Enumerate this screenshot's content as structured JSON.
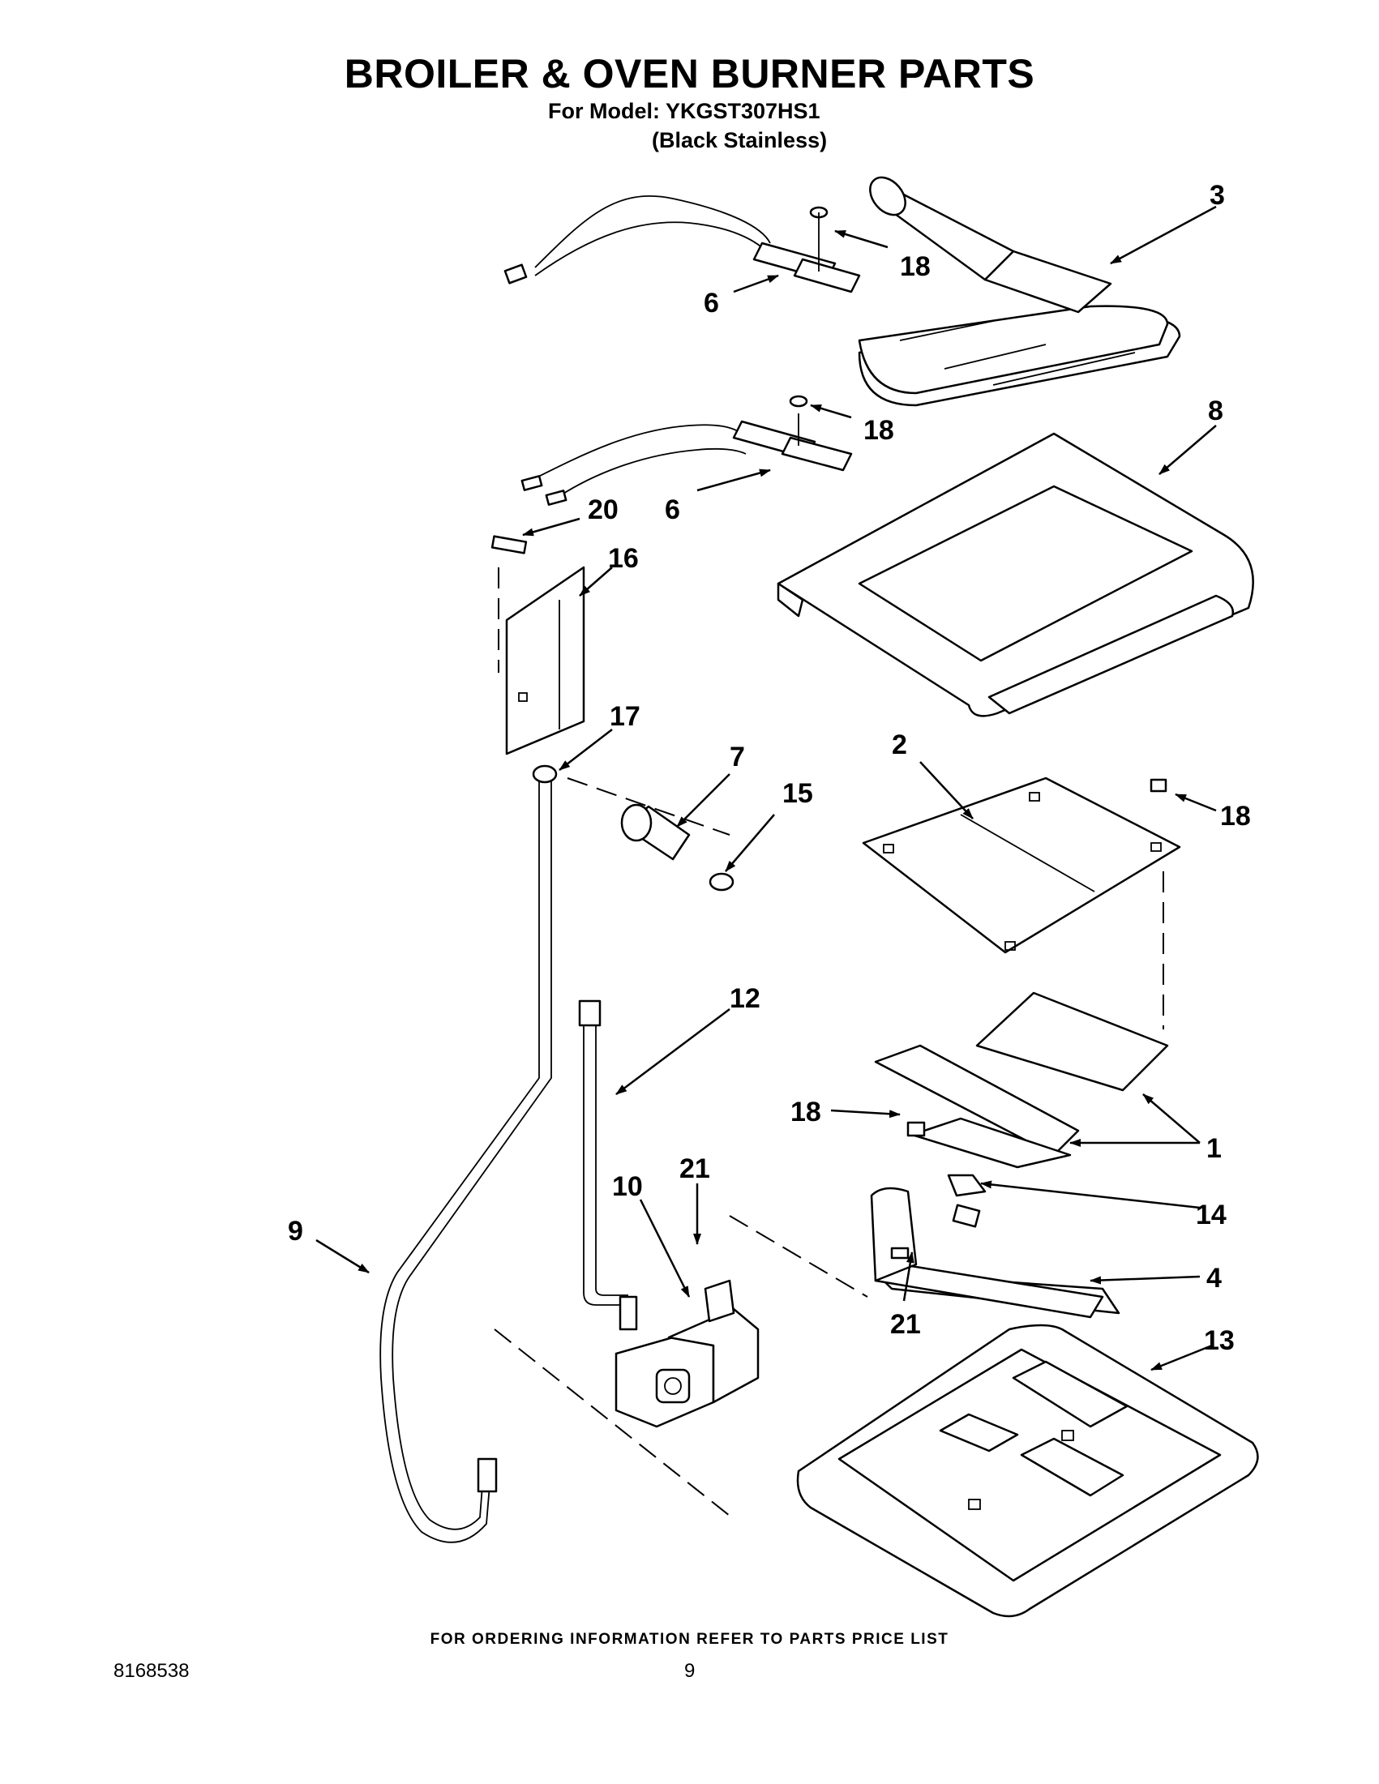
{
  "header": {
    "title": "BROILER & OVEN BURNER PARTS",
    "model_line": "For Model: YKGST307HS1",
    "variant": "(Black Stainless)"
  },
  "callouts": [
    {
      "key": "c3",
      "label": "3"
    },
    {
      "key": "c18a",
      "label": "18"
    },
    {
      "key": "c6a",
      "label": "6"
    },
    {
      "key": "c18b",
      "label": "18"
    },
    {
      "key": "c8",
      "label": "8"
    },
    {
      "key": "c20",
      "label": "20"
    },
    {
      "key": "c6b",
      "label": "6"
    },
    {
      "key": "c16",
      "label": "16"
    },
    {
      "key": "c17",
      "label": "17"
    },
    {
      "key": "c7",
      "label": "7"
    },
    {
      "key": "c15",
      "label": "15"
    },
    {
      "key": "c2",
      "label": "2"
    },
    {
      "key": "c18c",
      "label": "18"
    },
    {
      "key": "c12",
      "label": "12"
    },
    {
      "key": "c18d",
      "label": "18"
    },
    {
      "key": "c1",
      "label": "1"
    },
    {
      "key": "c21a",
      "label": "21"
    },
    {
      "key": "c10",
      "label": "10"
    },
    {
      "key": "c14",
      "label": "14"
    },
    {
      "key": "c9",
      "label": "9"
    },
    {
      "key": "c4",
      "label": "4"
    },
    {
      "key": "c21b",
      "label": "21"
    },
    {
      "key": "c13",
      "label": "13"
    }
  ],
  "footer": {
    "ordering_note": "FOR ORDERING INFORMATION REFER TO PARTS PRICE LIST",
    "doc_number": "8168538",
    "page_number": "9"
  }
}
